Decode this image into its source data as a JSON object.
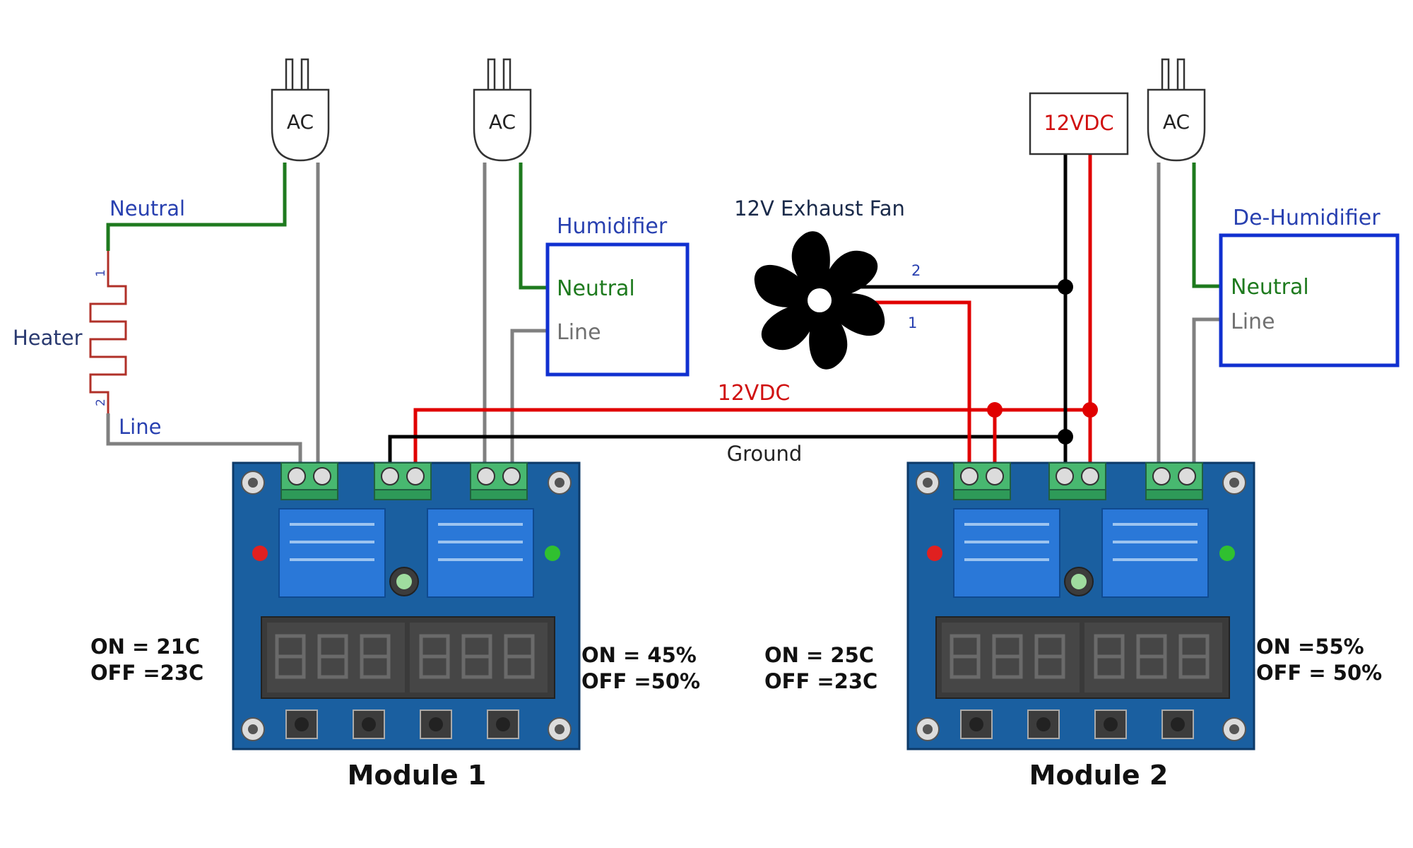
{
  "plugs": {
    "ac1": "AC",
    "ac2": "AC",
    "ac3": "AC",
    "dc": "12VDC"
  },
  "heater": {
    "label": "Heater",
    "neutral": "Neutral",
    "line": "Line",
    "pin1": "1",
    "pin2": "2"
  },
  "humidifier": {
    "title": "Humidifier",
    "neutral": "Neutral",
    "line": "Line"
  },
  "dehumidifier": {
    "title": "De-Humidifier",
    "neutral": "Neutral",
    "line": "Line"
  },
  "fan": {
    "title": "12V Exhaust Fan",
    "pin2": "2",
    "pin1": "1"
  },
  "bus": {
    "power": "12VDC",
    "ground": "Ground"
  },
  "module1": {
    "name": "Module 1",
    "temp_on": "ON = 21C",
    "temp_off": "OFF =23C",
    "hum_on": "ON = 45%",
    "hum_off": "OFF =50%"
  },
  "module2": {
    "name": "Module 2",
    "temp_on": "ON = 25C",
    "temp_off": "OFF =23C",
    "hum_on": "ON =55%",
    "hum_off": "OFF = 50%"
  },
  "colors": {
    "neutral_wire": "#1e7a1e",
    "line_wire": "#808080",
    "power_wire": "#e00000",
    "ground_wire": "#000000",
    "box_border": "#1030d0",
    "blue_text": "#2840b0",
    "board": "#1a5fa0",
    "heater": "#b03028"
  }
}
